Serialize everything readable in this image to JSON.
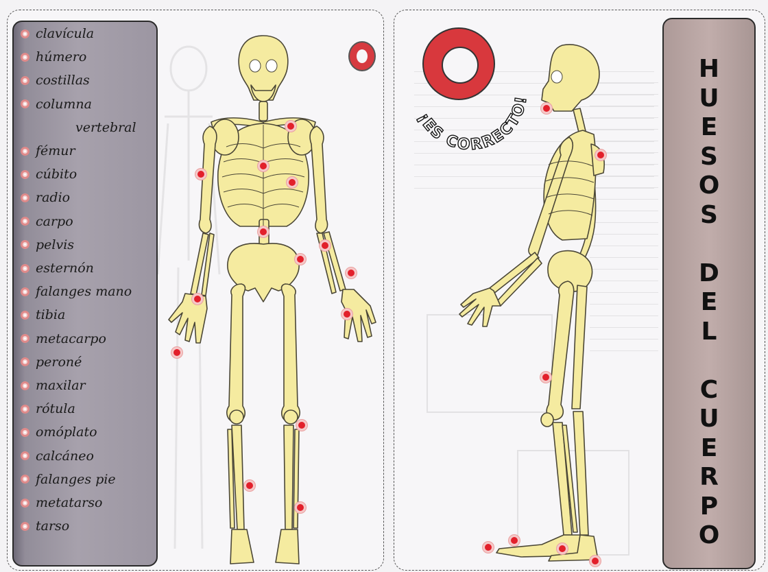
{
  "bone_list": [
    "clavícula",
    "húmero",
    "costillas",
    "columna",
    "vertebral",
    "fémur",
    "cúbito",
    "radio",
    "carpo",
    "pelvis",
    "esternón",
    "falanges mano",
    "tibia",
    "metacarpo",
    "peroné",
    "maxilar",
    "rótula",
    "omóplato",
    "calcáneo",
    "falanges pie",
    "metatarso",
    "tarso"
  ],
  "title": [
    "H",
    "U",
    "E",
    "S",
    "O",
    "S",
    "D",
    "E",
    "L",
    "C",
    "U",
    "E",
    "R",
    "P",
    "O"
  ],
  "stamp_text": "¡ES CORRECTO!",
  "colors": {
    "bone": "#f5eba0",
    "bone_outline": "#4a4636",
    "dot": "#e2202b",
    "list_bg": "#a7a1ac",
    "title_bg": "#c1adab",
    "stamp": "#d8383d"
  }
}
